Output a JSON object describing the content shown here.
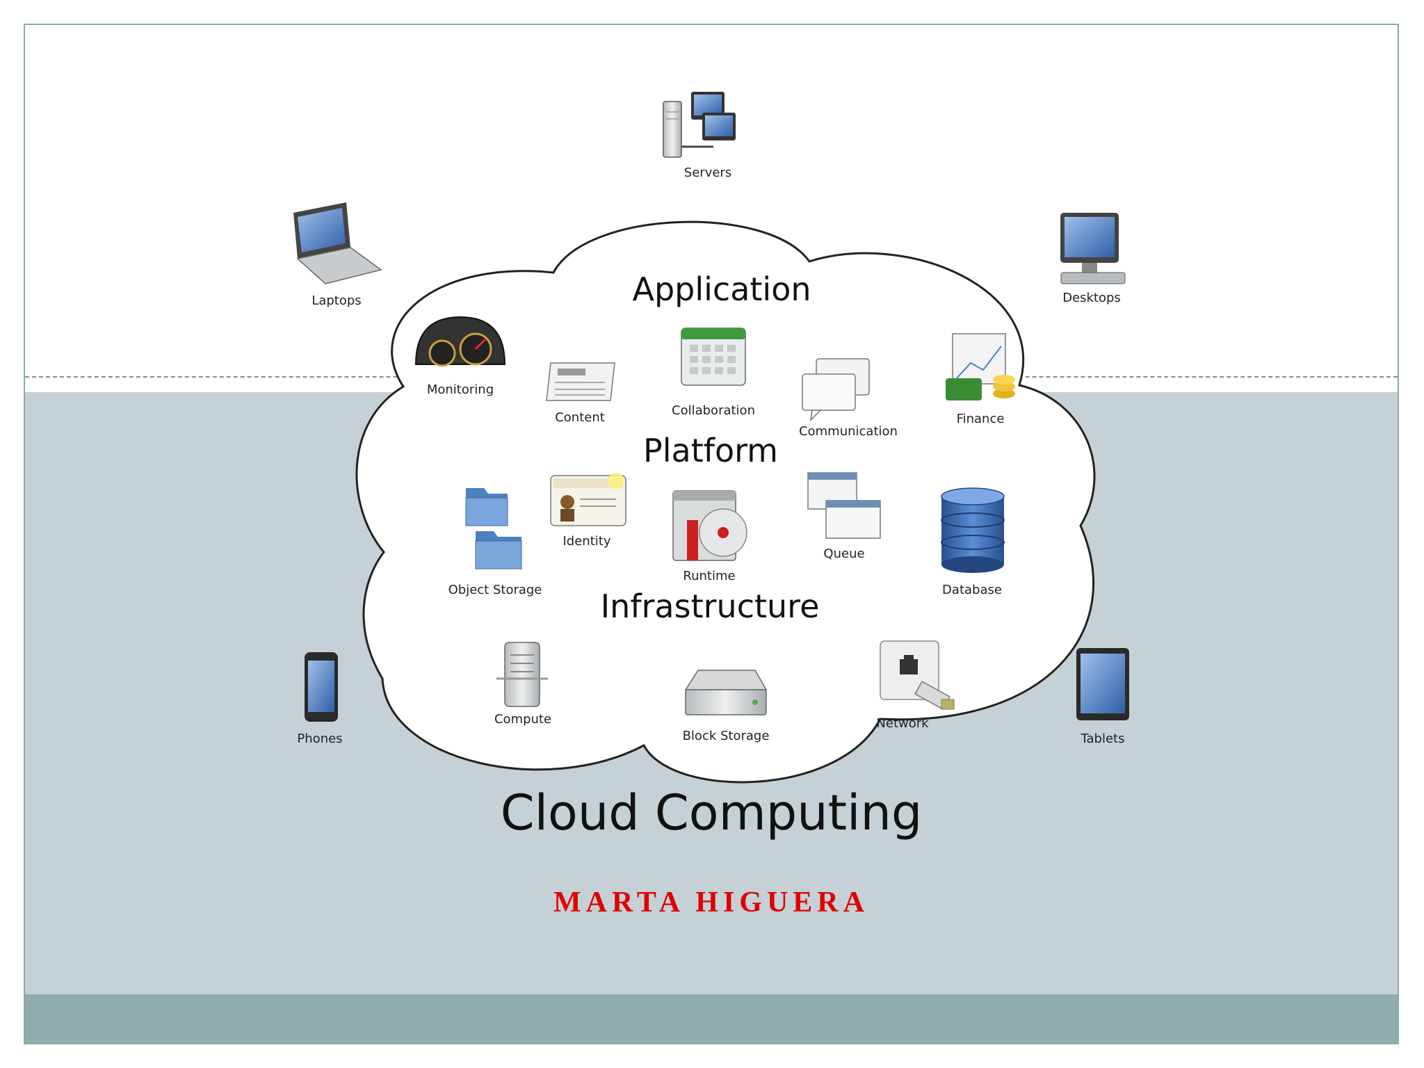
{
  "title": "Cloud Computing",
  "author": "MARTA HIGUERA",
  "colors": {
    "band": "#c5d1d6",
    "footer": "#8fadab",
    "author": "#e00000"
  },
  "devices": {
    "servers": "Servers",
    "laptops": "Laptops",
    "desktops": "Desktops",
    "phones": "Phones",
    "tablets": "Tablets"
  },
  "layers": {
    "application": "Application",
    "platform": "Platform",
    "infrastructure": "Infrastructure"
  },
  "services": {
    "monitoring": "Monitoring",
    "content": "Content",
    "collaboration": "Collaboration",
    "communication": "Communication",
    "finance": "Finance",
    "object_storage": "Object Storage",
    "identity": "Identity",
    "runtime": "Runtime",
    "queue": "Queue",
    "database": "Database",
    "compute": "Compute",
    "block_storage": "Block Storage",
    "network": "Network"
  }
}
